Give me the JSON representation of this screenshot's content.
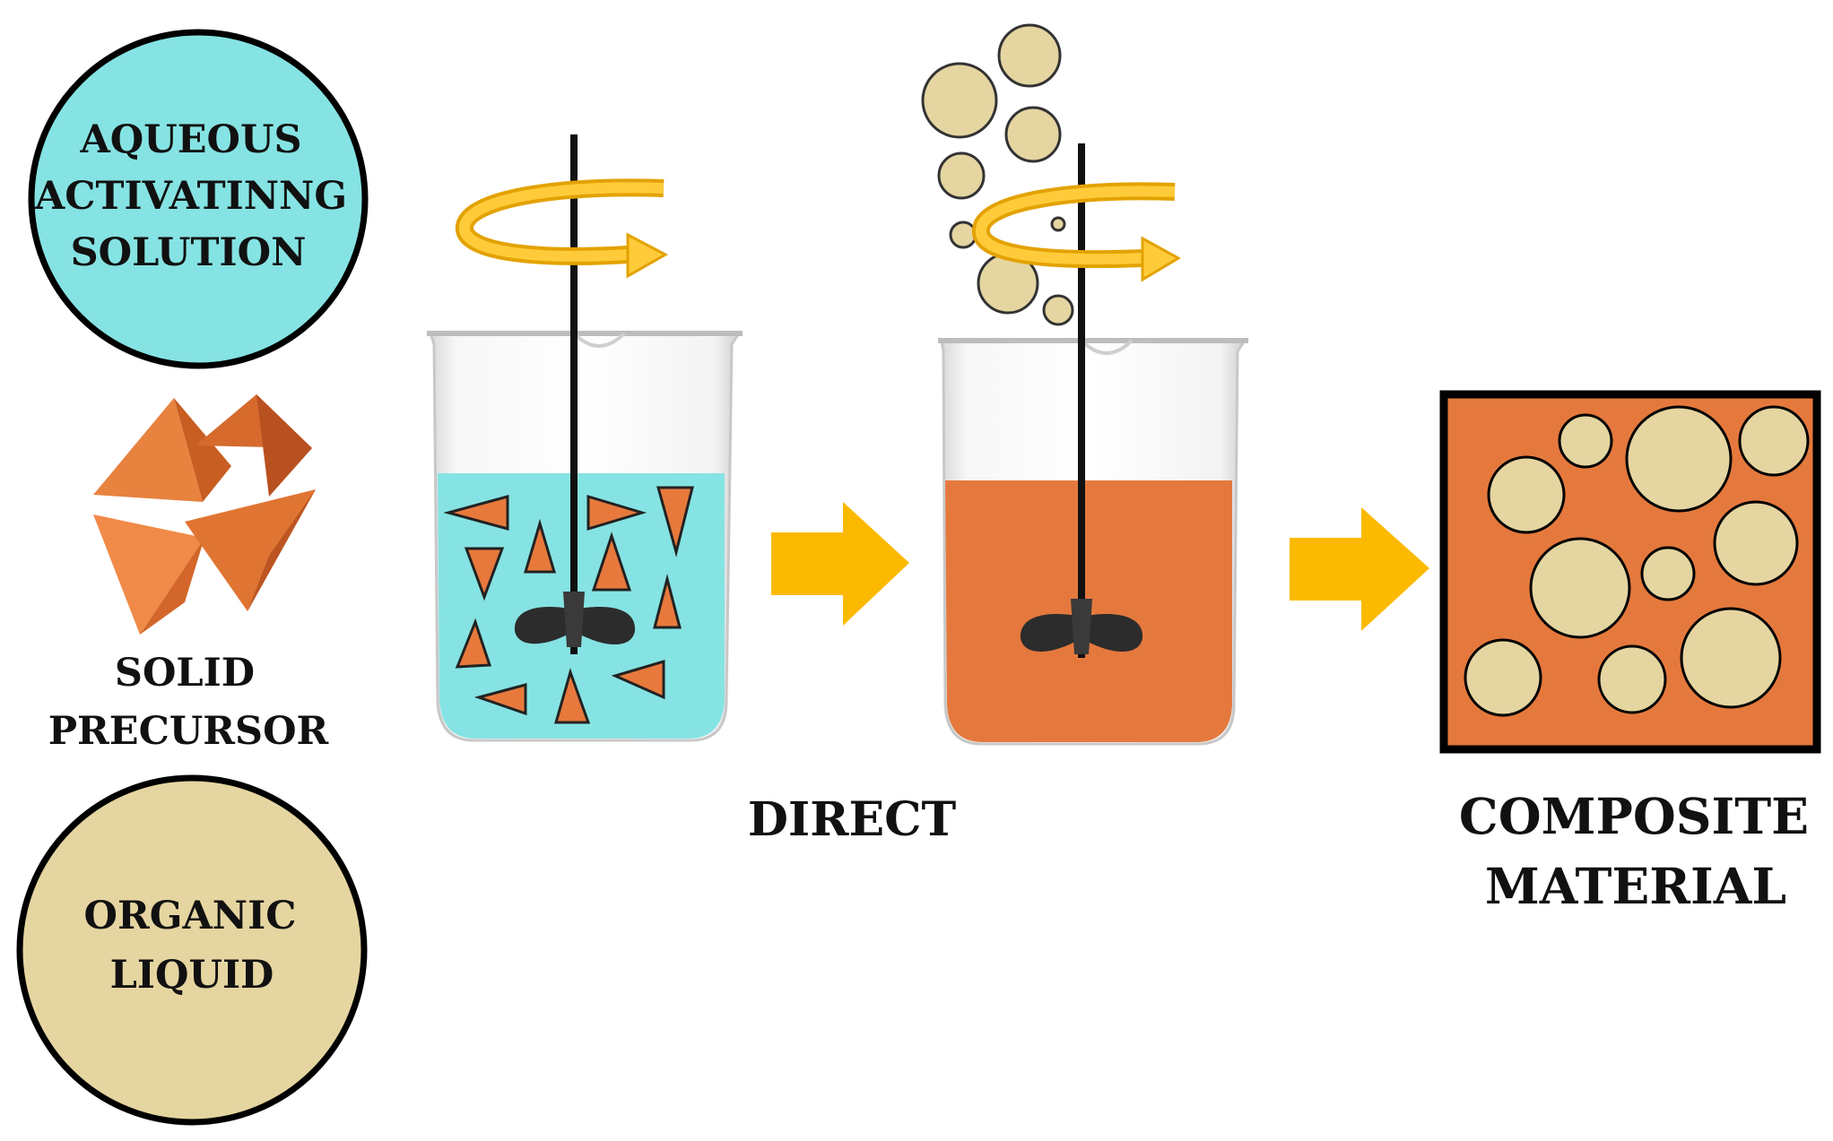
{
  "inputs": {
    "aqueous": {
      "lines": [
        "AQUEOUS",
        "ACTIVATINNG",
        "SOLUTION"
      ],
      "color": "#86E3E3"
    },
    "solid": {
      "lines": [
        "SOLID",
        "PRECURSOR"
      ],
      "color": "#E8793C"
    },
    "organic": {
      "lines": [
        "ORGANIC",
        "LIQUID"
      ],
      "color": "#E5D5A1"
    }
  },
  "process": {
    "step_label": "DIRECT",
    "arrow_color": "#FBBA00",
    "stir_arrow_color": "#F0B400"
  },
  "product": {
    "lines": [
      "COMPOSITE",
      "MATERIAL"
    ],
    "matrix_color": "#E5793D",
    "pore_color": "#E5D5A1"
  }
}
